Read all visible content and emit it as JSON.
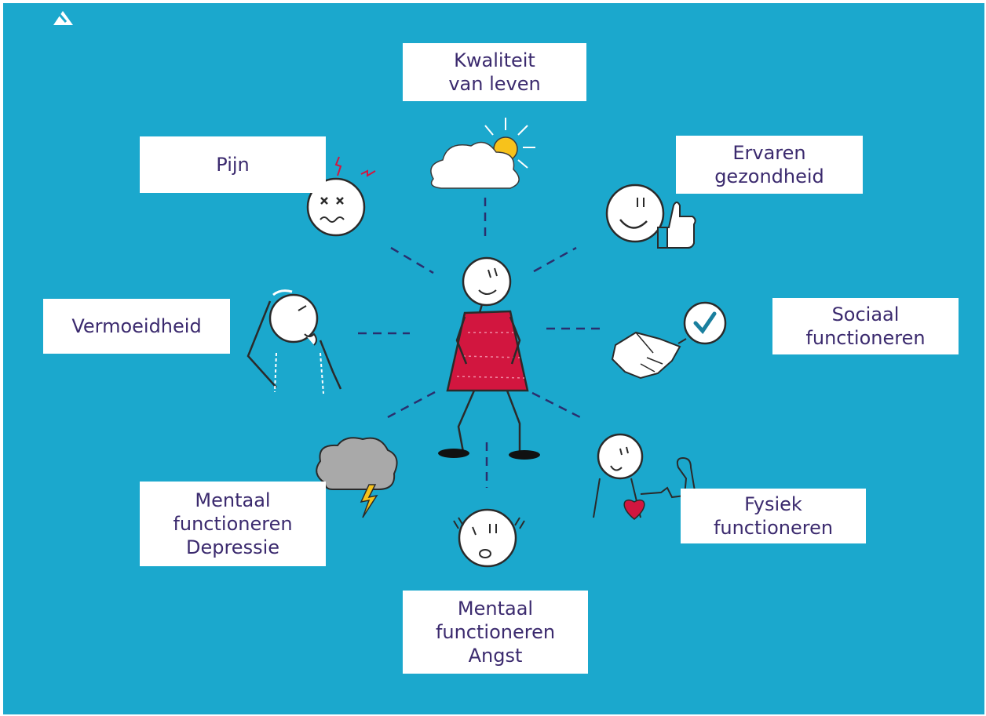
{
  "labels": {
    "quality_of_life": [
      "Kwaliteit",
      "van leven"
    ],
    "pain": [
      "Pijn"
    ],
    "perceived_health": [
      "Ervaren",
      "gezondheid"
    ],
    "fatigue": [
      "Vermoeidheid"
    ],
    "social_functioning": [
      "Sociaal",
      "functioneren"
    ],
    "mental_depression": [
      "Mentaal",
      "functioneren",
      "Depressie"
    ],
    "physical_functioning": [
      "Fysiek",
      "functioneren"
    ],
    "mental_anxiety": [
      "Mentaal",
      "functioneren",
      "Angst"
    ]
  },
  "icons": {
    "logo": "logo-icon",
    "quality_of_life": "sun-cloud-icon",
    "pain": "pain-face-icon",
    "perceived_health": "thumbs-up-face-icon",
    "fatigue": "tired-person-icon",
    "social_functioning": "handshake-check-icon",
    "mental_depression": "storm-cloud-icon",
    "physical_functioning": "strong-heart-person-icon",
    "mental_anxiety": "anxious-face-icon",
    "center": "stick-figure-icon"
  },
  "colors": {
    "background": "#1ba8cd",
    "label_text": "#3b2a6e",
    "dress": "#d2163f",
    "sun": "#f7c21b",
    "storm_cloud": "#a9a9a9",
    "heart": "#d2163f",
    "connector": "#2a2f6e"
  }
}
